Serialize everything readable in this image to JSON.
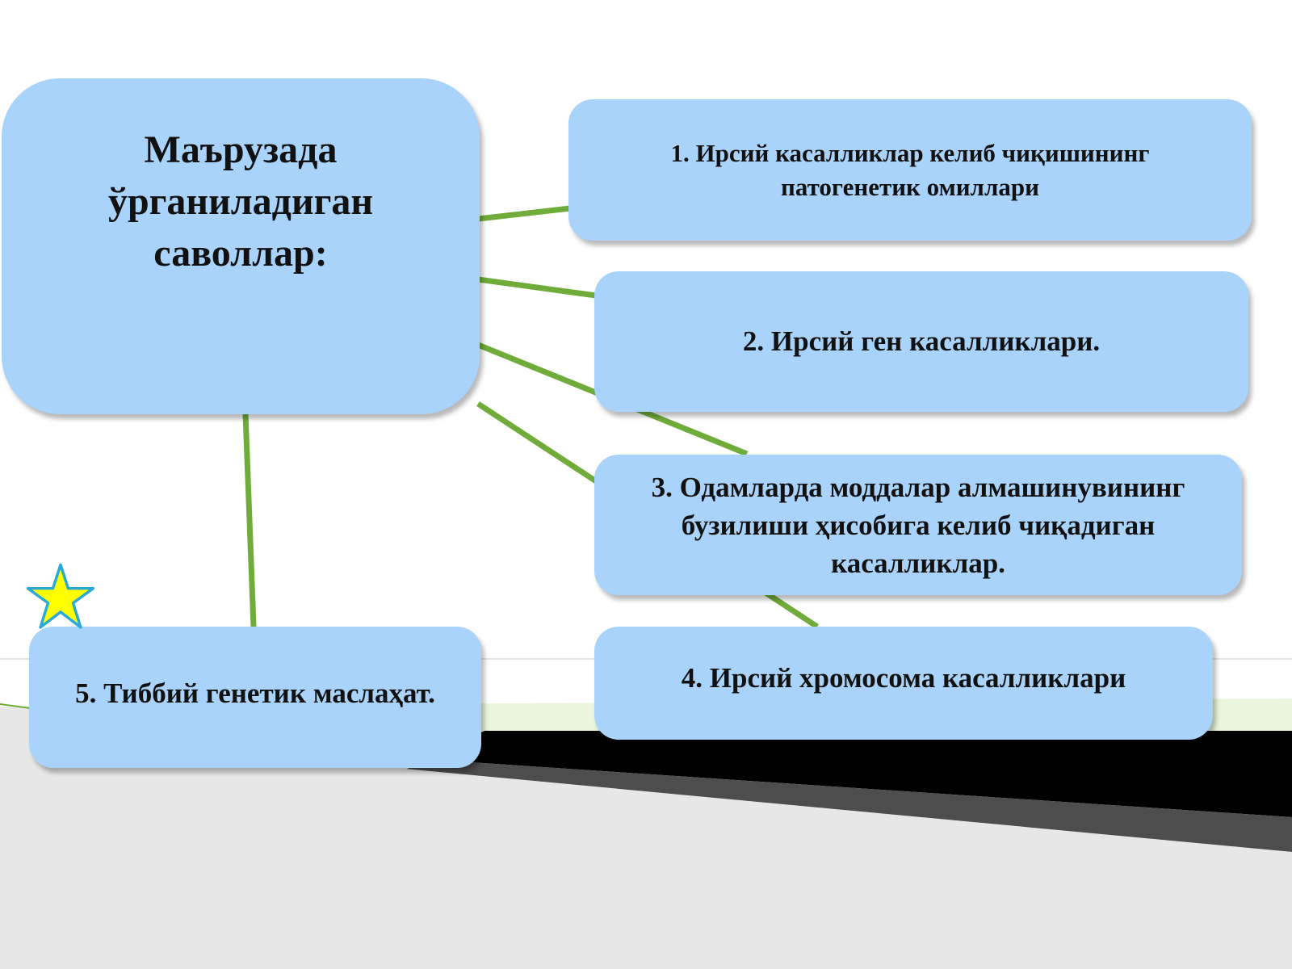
{
  "main_topic": "Маърузада ўрганиладиган саволлар:",
  "items": [
    {
      "text": "1. Ирсий касалликлар келиб чиқишининг патогенетик  омиллари"
    },
    {
      "text": "2. Ирсий ген касалликлари."
    },
    {
      "text": "3. Одамларда моддалар алмашинувининг бузилиши ҳисобига келиб чиқадиган касалликлар."
    },
    {
      "text": "4. Ирсий хромосома касалликлари"
    },
    {
      "text": "5. Тиббий генетик маслаҳат."
    }
  ],
  "colors": {
    "box_fill": "#a9d3fb",
    "connector": "#6fac3a",
    "star_fill": "#ffff00",
    "star_outline": "#2aa8d8",
    "band_black": "#000000",
    "band_gray": "#e7e7e7"
  },
  "icons": {
    "decoration": "star-icon"
  }
}
